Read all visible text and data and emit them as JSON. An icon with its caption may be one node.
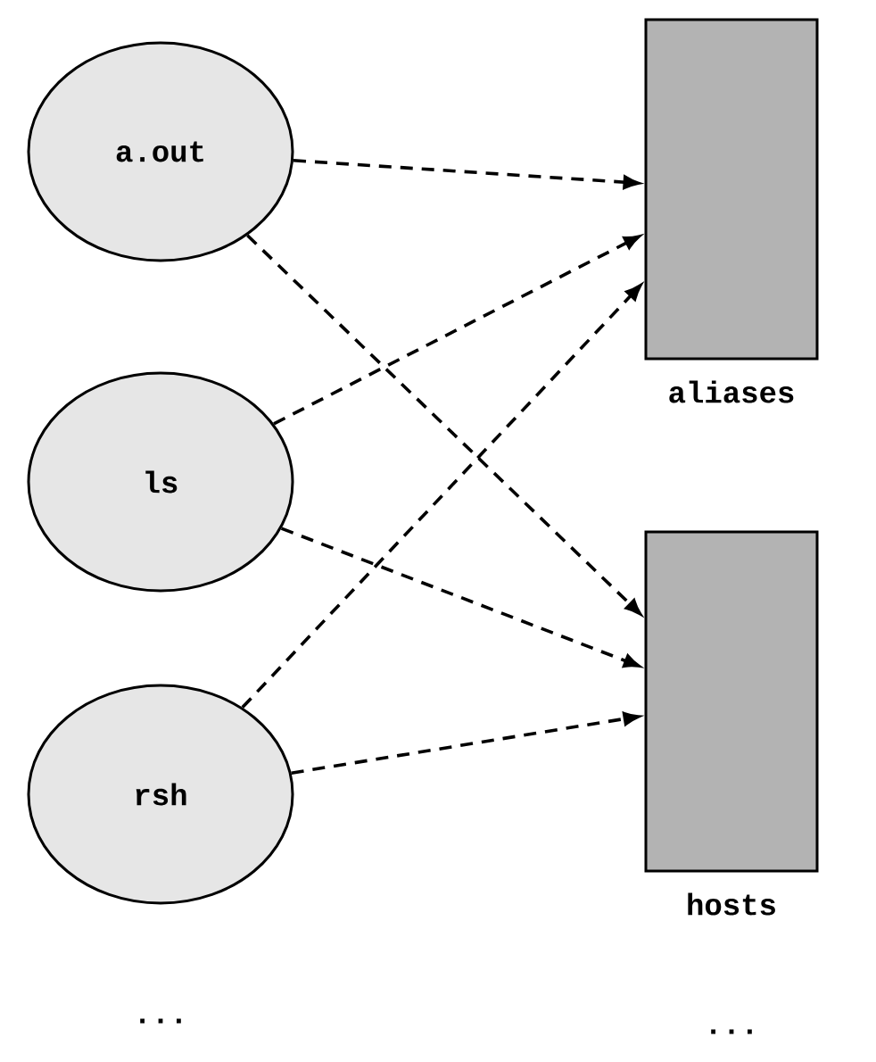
{
  "diagram": {
    "nodes": [
      {
        "text": [
          "a.out"
        ]
      },
      {
        "text": [
          "ls"
        ]
      },
      {
        "text": [
          "rsh"
        ]
      },
      {
        "text": [
          "aliases"
        ]
      },
      {
        "text": [
          "hosts"
        ]
      }
    ],
    "edges": [
      {
        "from": 0,
        "to": 3,
        "arrow": "to",
        "style": "dashed"
      },
      {
        "from": 0,
        "to": 4,
        "arrow": "to",
        "style": "dashed"
      },
      {
        "from": 1,
        "to": 3,
        "arrow": "to",
        "style": "dashed"
      },
      {
        "from": 1,
        "to": 4,
        "arrow": "to",
        "style": "dashed"
      },
      {
        "from": 2,
        "to": 3,
        "arrow": "to",
        "style": "dashed"
      },
      {
        "from": 2,
        "to": 4,
        "arrow": "to",
        "style": "dashed"
      }
    ],
    "labels": [
      "...",
      "..."
    ]
  }
}
